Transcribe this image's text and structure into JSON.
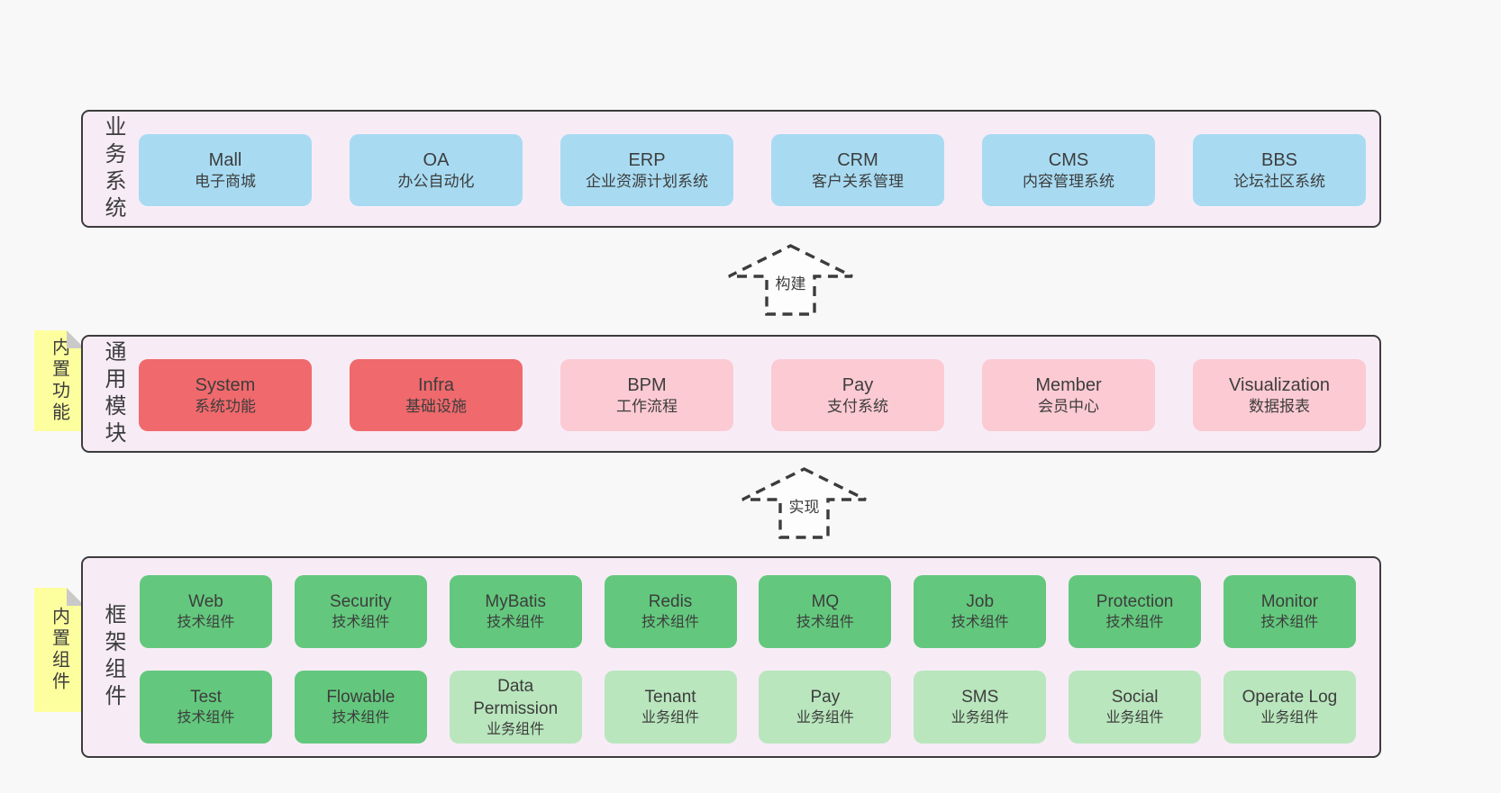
{
  "colors": {
    "page-bg": "#f8f8f8",
    "panel-bg": "#f7ecf6",
    "panel-border": "#3c3c3c",
    "blue": "#a8dbf2",
    "red": "#f0696c",
    "pink": "#fccad3",
    "green-dark": "#63c87d",
    "green-light": "#b9e6bd",
    "note-yellow": "#fdff9e",
    "note-fold": "#c9c9c9",
    "text": "#3d3d3d"
  },
  "arrows": [
    {
      "label": "构建"
    },
    {
      "label": "实现"
    }
  ],
  "sections": {
    "business": {
      "side_label": "业务系统",
      "items": [
        {
          "en": "Mall",
          "zh": "电子商城"
        },
        {
          "en": "OA",
          "zh": "办公自动化"
        },
        {
          "en": "ERP",
          "zh": "企业资源计划系统"
        },
        {
          "en": "CRM",
          "zh": "客户关系管理"
        },
        {
          "en": "CMS",
          "zh": "内容管理系统"
        },
        {
          "en": "BBS",
          "zh": "论坛社区系统"
        }
      ]
    },
    "modules": {
      "note": "内置功能",
      "side_label": "通用模块",
      "items": [
        {
          "en": "System",
          "zh": "系统功能"
        },
        {
          "en": "Infra",
          "zh": "基础设施"
        },
        {
          "en": "BPM",
          "zh": "工作流程"
        },
        {
          "en": "Pay",
          "zh": "支付系统"
        },
        {
          "en": "Member",
          "zh": "会员中心"
        },
        {
          "en": "Visualization",
          "zh": "数据报表"
        }
      ]
    },
    "components": {
      "note": "内置组件",
      "side_label": "框架组件",
      "row1": [
        {
          "en": "Web",
          "zh": "技术组件"
        },
        {
          "en": "Security",
          "zh": "技术组件"
        },
        {
          "en": "MyBatis",
          "zh": "技术组件"
        },
        {
          "en": "Redis",
          "zh": "技术组件"
        },
        {
          "en": "MQ",
          "zh": "技术组件"
        },
        {
          "en": "Job",
          "zh": "技术组件"
        },
        {
          "en": "Protection",
          "zh": "技术组件"
        },
        {
          "en": "Monitor",
          "zh": "技术组件"
        }
      ],
      "row2": [
        {
          "en": "Test",
          "zh": "技术组件"
        },
        {
          "en": "Flowable",
          "zh": "技术组件"
        },
        {
          "en": "Data Permission",
          "zh": "业务组件"
        },
        {
          "en": "Tenant",
          "zh": "业务组件"
        },
        {
          "en": "Pay",
          "zh": "业务组件"
        },
        {
          "en": "SMS",
          "zh": "业务组件"
        },
        {
          "en": "Social",
          "zh": "业务组件"
        },
        {
          "en": "Operate Log",
          "zh": "业务组件"
        }
      ]
    }
  }
}
